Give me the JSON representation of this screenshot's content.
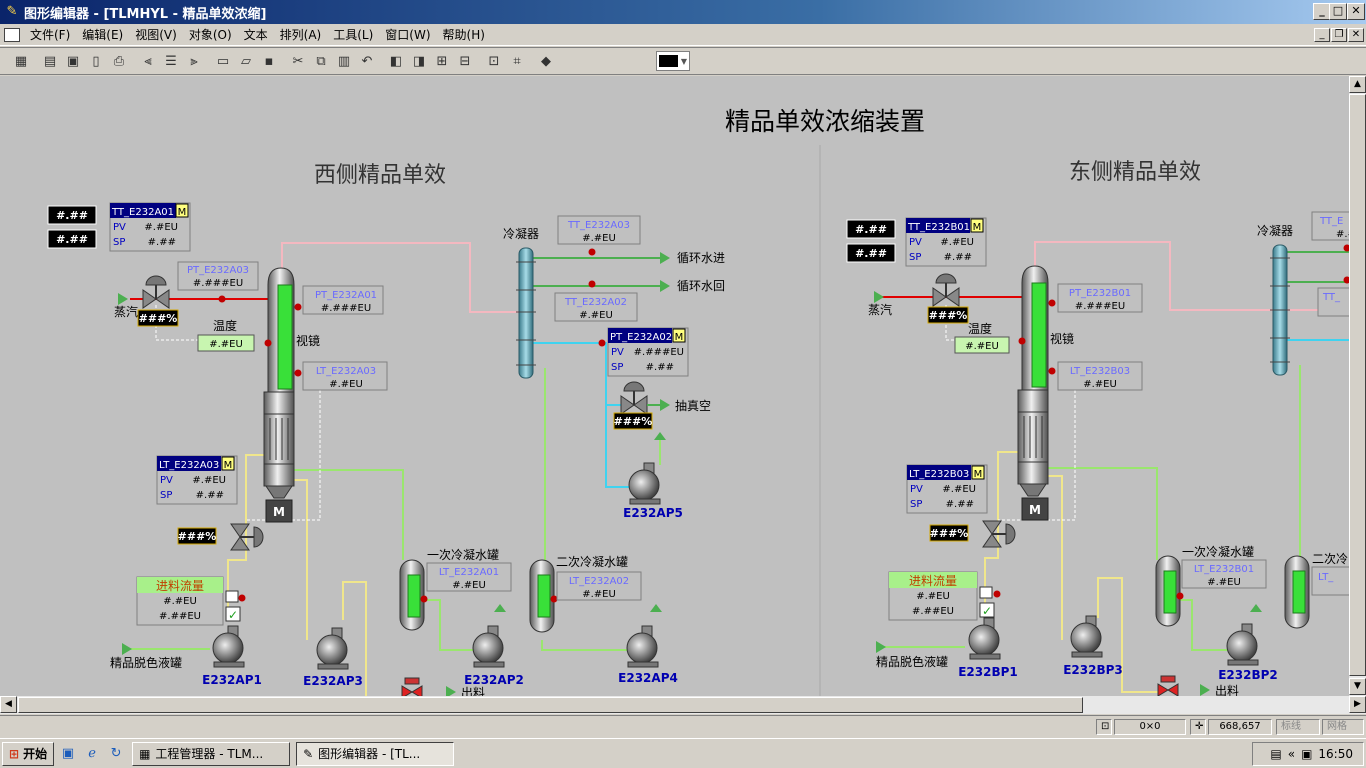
{
  "window": {
    "title": "图形编辑器 - [TLMHYL - 精品单效浓缩]"
  },
  "menu": [
    "文件(F)",
    "编辑(E)",
    "视图(V)",
    "对象(O)",
    "文本",
    "排列(A)",
    "工具(L)",
    "窗口(W)",
    "帮助(H)"
  ],
  "toolbar": {
    "icons": [
      "grid-icon",
      "properties-icon",
      "library-icon",
      "page-icon",
      "print-preview-icon",
      "align-left-icon",
      "align-center-icon",
      "align-right-icon",
      "new-file-icon",
      "open-folder-icon",
      "save-icon",
      "cut-icon",
      "copy-icon",
      "paste-icon",
      "undo-icon",
      "bring-front-icon",
      "send-back-icon",
      "group-icon",
      "ungroup-icon",
      "size-icon",
      "snap-icon",
      "book-icon"
    ],
    "line_color": "#000000"
  },
  "diagram": {
    "main_title": "精品单效浓缩装置",
    "west": {
      "title": "西侧精品单效",
      "mask": "#.##",
      "condenser": "冷凝器",
      "sight_glass": "视镜",
      "steam": "蒸汽",
      "valve_pct": "###%",
      "temp_label": "温度",
      "temp_val": "#.#EU",
      "cooling_in": "循环水进",
      "cooling_out": "循环水回",
      "vacuum": "抽真空",
      "feed_liquid": "精品脱色液罐",
      "outlet": "出料",
      "tank1": "一次冷凝水罐",
      "tank2": "二次冷凝水罐",
      "motor": "M",
      "ctrl_temp": {
        "tag": "TT_E232A01",
        "mode": "M",
        "pv_label": "PV",
        "pv": "#.#EU",
        "sp_label": "SP",
        "sp": "#.##"
      },
      "ctrl_pressure": {
        "tag": "PT_E232A02",
        "mode": "M",
        "pv_label": "PV",
        "pv": "#.###EU",
        "sp_label": "SP",
        "sp": "#.##"
      },
      "ctrl_level": {
        "tag": "LT_E232A03",
        "mode": "M",
        "pv_label": "PV",
        "pv": "#.#EU",
        "sp_label": "SP",
        "sp": "#.##"
      },
      "ind_pt03": {
        "tag": "PT_E232A03",
        "val": "#.###EU"
      },
      "ind_pt01": {
        "tag": "PT_E232A01",
        "val": "#.###EU"
      },
      "ind_lt03": {
        "tag": "LT_E232A03",
        "val": "#.#EU"
      },
      "ind_tt03": {
        "tag": "TT_E232A03",
        "val": "#.#EU"
      },
      "ind_tt02": {
        "tag": "TT_E232A02",
        "val": "#.#EU"
      },
      "ind_lt01": {
        "tag": "LT_E232A01",
        "val": "#.#EU"
      },
      "ind_lt02": {
        "tag": "LT_E232A02",
        "val": "#.#EU"
      },
      "feed_flow": {
        "title": "进料流量",
        "v1": "#.#EU",
        "v2": "#.##EU"
      },
      "pumps": [
        "E232AP1",
        "E232AP3",
        "E232AP2",
        "E232AP4",
        "E232AP5"
      ]
    },
    "east": {
      "title": "东侧精品单效",
      "mask": "#.##",
      "condenser": "冷凝器",
      "sight_glass": "视镜",
      "steam": "蒸汽",
      "valve_pct": "###%",
      "temp_label": "温度",
      "temp_val": "#.#EU",
      "feed_liquid": "精品脱色液罐",
      "outlet": "出料",
      "tank1": "一次冷凝水罐",
      "tank2": "二次冷凝水罐",
      "motor": "M",
      "ctrl_temp": {
        "tag": "TT_E232B01",
        "mode": "M",
        "pv_label": "PV",
        "pv": "#.#EU",
        "sp_label": "SP",
        "sp": "#.##"
      },
      "ctrl_level": {
        "tag": "LT_E232B03",
        "mode": "M",
        "pv_label": "PV",
        "pv": "#.#EU",
        "sp_label": "SP",
        "sp": "#.##"
      },
      "ind_pt01": {
        "tag": "PT_E232B01",
        "val": "#.###EU"
      },
      "ind_lt03": {
        "tag": "LT_E232B03",
        "val": "#.#EU"
      },
      "ind_lt01": {
        "tag": "LT_E232B01",
        "val": "#.#EU"
      },
      "cut_tt": "TT_E",
      "cut_tt2": "TT_",
      "cut_tank2": "二次冷",
      "cut_lt": "LT_",
      "feed_flow": {
        "title": "进料流量",
        "v1": "#.#EU",
        "v2": "#.##EU"
      },
      "pumps": [
        "E232BP1",
        "E232BP3",
        "E232BP2"
      ]
    }
  },
  "statusbar": {
    "size": "0×0",
    "coords": "668,657",
    "mode1": "标线",
    "mode2": "网格"
  },
  "taskbar": {
    "start": "开始",
    "tasks": [
      "工程管理器 - TLM...",
      "图形编辑器 - [TL..."
    ],
    "tray_prefix": "«",
    "clock": "16:50"
  }
}
